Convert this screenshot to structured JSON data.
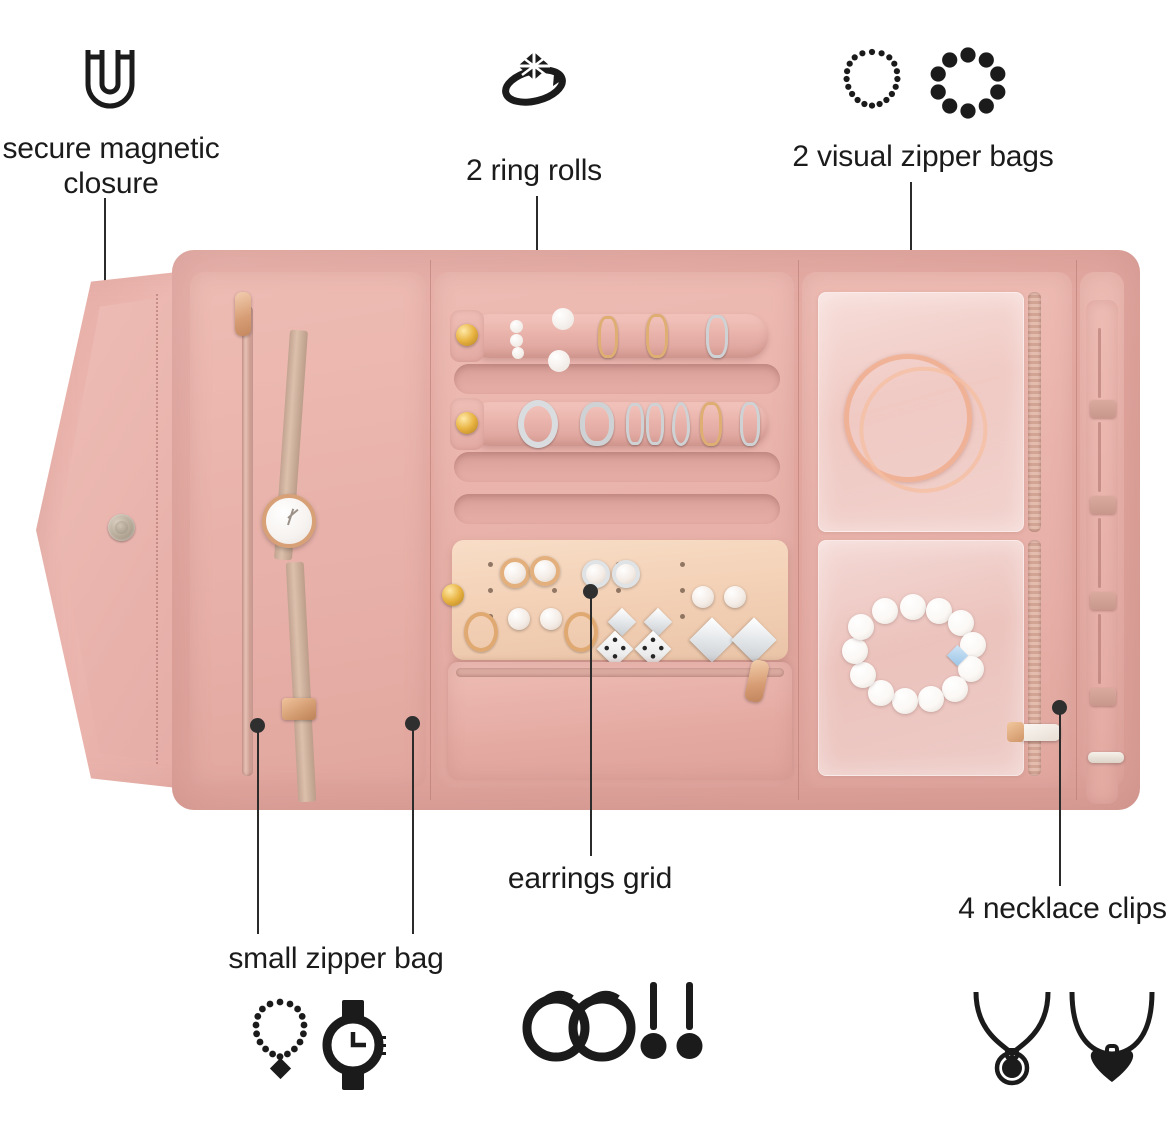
{
  "page": {
    "kind": "product-feature-infographic",
    "product": "pink velvet travel jewelry roll organizer",
    "background_color": "#ffffff",
    "text_color": "#1b1b1b",
    "leader_color": "#2f2f2f",
    "product_colors": {
      "velvet_pink": "#e8b3ac",
      "velvet_pink_dark": "#dca098",
      "earring_grid_cream": "#f4d2b6",
      "gold_hardware": "#dfa971",
      "pearl_white": "#fdfbf8",
      "mesh_bag": "#ffffff"
    }
  },
  "callouts": [
    {
      "id": "secure-magnetic-closure",
      "label": "secure magnetic\nclosure",
      "icon": "magnet-icon",
      "icon_description": "U-shaped horseshoe magnet outline"
    },
    {
      "id": "ring-rolls",
      "label": "2 ring rolls",
      "icon": "diamond-ring-icon",
      "icon_description": "gem ring with orbiting band"
    },
    {
      "id": "visual-zipper-bags",
      "label": "2 visual zipper bags",
      "icon": "beaded-jewelry-icon",
      "icon_description": "oval beaded necklace and round beaded bracelet"
    },
    {
      "id": "small-zipper-bag",
      "label": "small zipper bag",
      "icon": "necklace-watch-icon",
      "icon_description": "beaded necklace with diamond pendant and a wristwatch"
    },
    {
      "id": "earrings-grid",
      "label": "earrings grid",
      "icon": "earrings-icon",
      "icon_description": "pair of hoop earrings and pair of drop earrings"
    },
    {
      "id": "necklace-clips",
      "label": "4 necklace clips",
      "icon": "necklace-pendant-icon",
      "icon_description": "necklace with circular pendant and necklace with heart pendant"
    }
  ],
  "product_parts": {
    "flap": "envelope-shaped magnetic flap",
    "snap": "metal magnetic snap button",
    "watch_pocket": "watch with rose gold case and mesh strap",
    "ring_roll_1": "upper ring roll with pearl and gold rings",
    "ring_roll_2": "lower ring roll with crystal and silver rings",
    "earrings_grid": "cream perforated earring grid panel",
    "small_zipper_pocket": "pink zippered pocket",
    "mesh_bag_1": "clear zipper bag holding rose gold bangle",
    "mesh_bag_2": "clear zipper bag holding white pearl bracelet",
    "clip_strip": "vertical strip with four necklace clips"
  }
}
